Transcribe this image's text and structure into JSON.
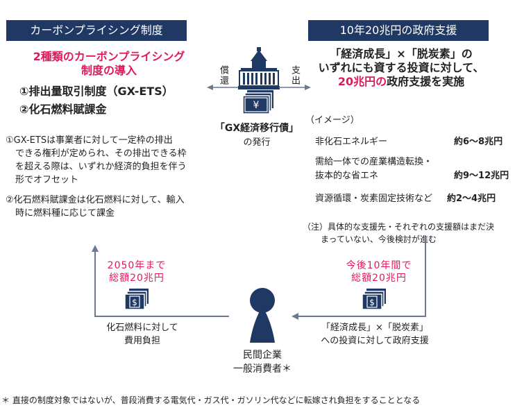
{
  "left_header": "カーボンプライシング制度",
  "right_header": "10年20兆円の政府支援",
  "intro": {
    "line1": "2種類のカーボンプライシング",
    "line2": "制度の導入",
    "item1": "①排出量取引制度（GX-ETS）",
    "item2": "②化石燃料賦課金"
  },
  "notes_left": {
    "n1_l1": "①GX-ETSは事業者に対して一定枠の排出",
    "n1_l2": "できる権利が定められ、その排出できる枠",
    "n1_l3": "を超える際は、いずれか経済的負担を伴う",
    "n1_l4": "形でオフセット",
    "n2_l1": "②化石燃料賦課金は化石燃料に対して、輸入",
    "n2_l2": "時に燃料種に応じて課金"
  },
  "center": {
    "left_arrow_label": "償還",
    "right_arrow_label": "支出",
    "bond_label": "「GX経済移行債」",
    "bond_sub": "の発行"
  },
  "right": {
    "head_l1": "「経済成長」×「脱炭素」の",
    "head_l2": "いずれにも資する投資に対して、",
    "head_l3_pink": "20兆円の",
    "head_l3_rest": "政府支援を実施",
    "image_label": "（イメージ）",
    "rows": [
      {
        "label": "非化石エネルギー",
        "value": "約6～8兆円"
      },
      {
        "label": "需給一体での産業構造転換・",
        "label2": "抜本的な省エネ",
        "value": "約9～12兆円"
      },
      {
        "label": "資源循環・炭素固定技術など",
        "value": "約2～4兆円"
      }
    ],
    "note_l1": "（注）具体的な支援先・それぞれの支援額はまだ決",
    "note_l2": "まっていない、今後検討が進む"
  },
  "bottom_left": {
    "label_l1": "2050年まで",
    "label_l2": "総額20兆円",
    "desc_l1": "化石燃料に対して",
    "desc_l2": "費用負担"
  },
  "bottom_right": {
    "label_l1": "今後10年間で",
    "label_l2": "総額20兆円",
    "desc_l1": "「経済成長」×「脱炭素」",
    "desc_l2": "への投資に対して政府支援"
  },
  "person": {
    "label_l1": "民間企業",
    "label_l2": "一般消費者＊",
    "yen_symbol": "¥",
    "dollar_symbol": "$"
  },
  "footnote": "＊ 直接の制度対象ではないが、普段消費する電気代・ガス代・ガソリン代などに転嫁され負担をすることとなる",
  "colors": {
    "navy": "#1f3864",
    "pink": "#e0185e",
    "line": "#6b7890"
  }
}
